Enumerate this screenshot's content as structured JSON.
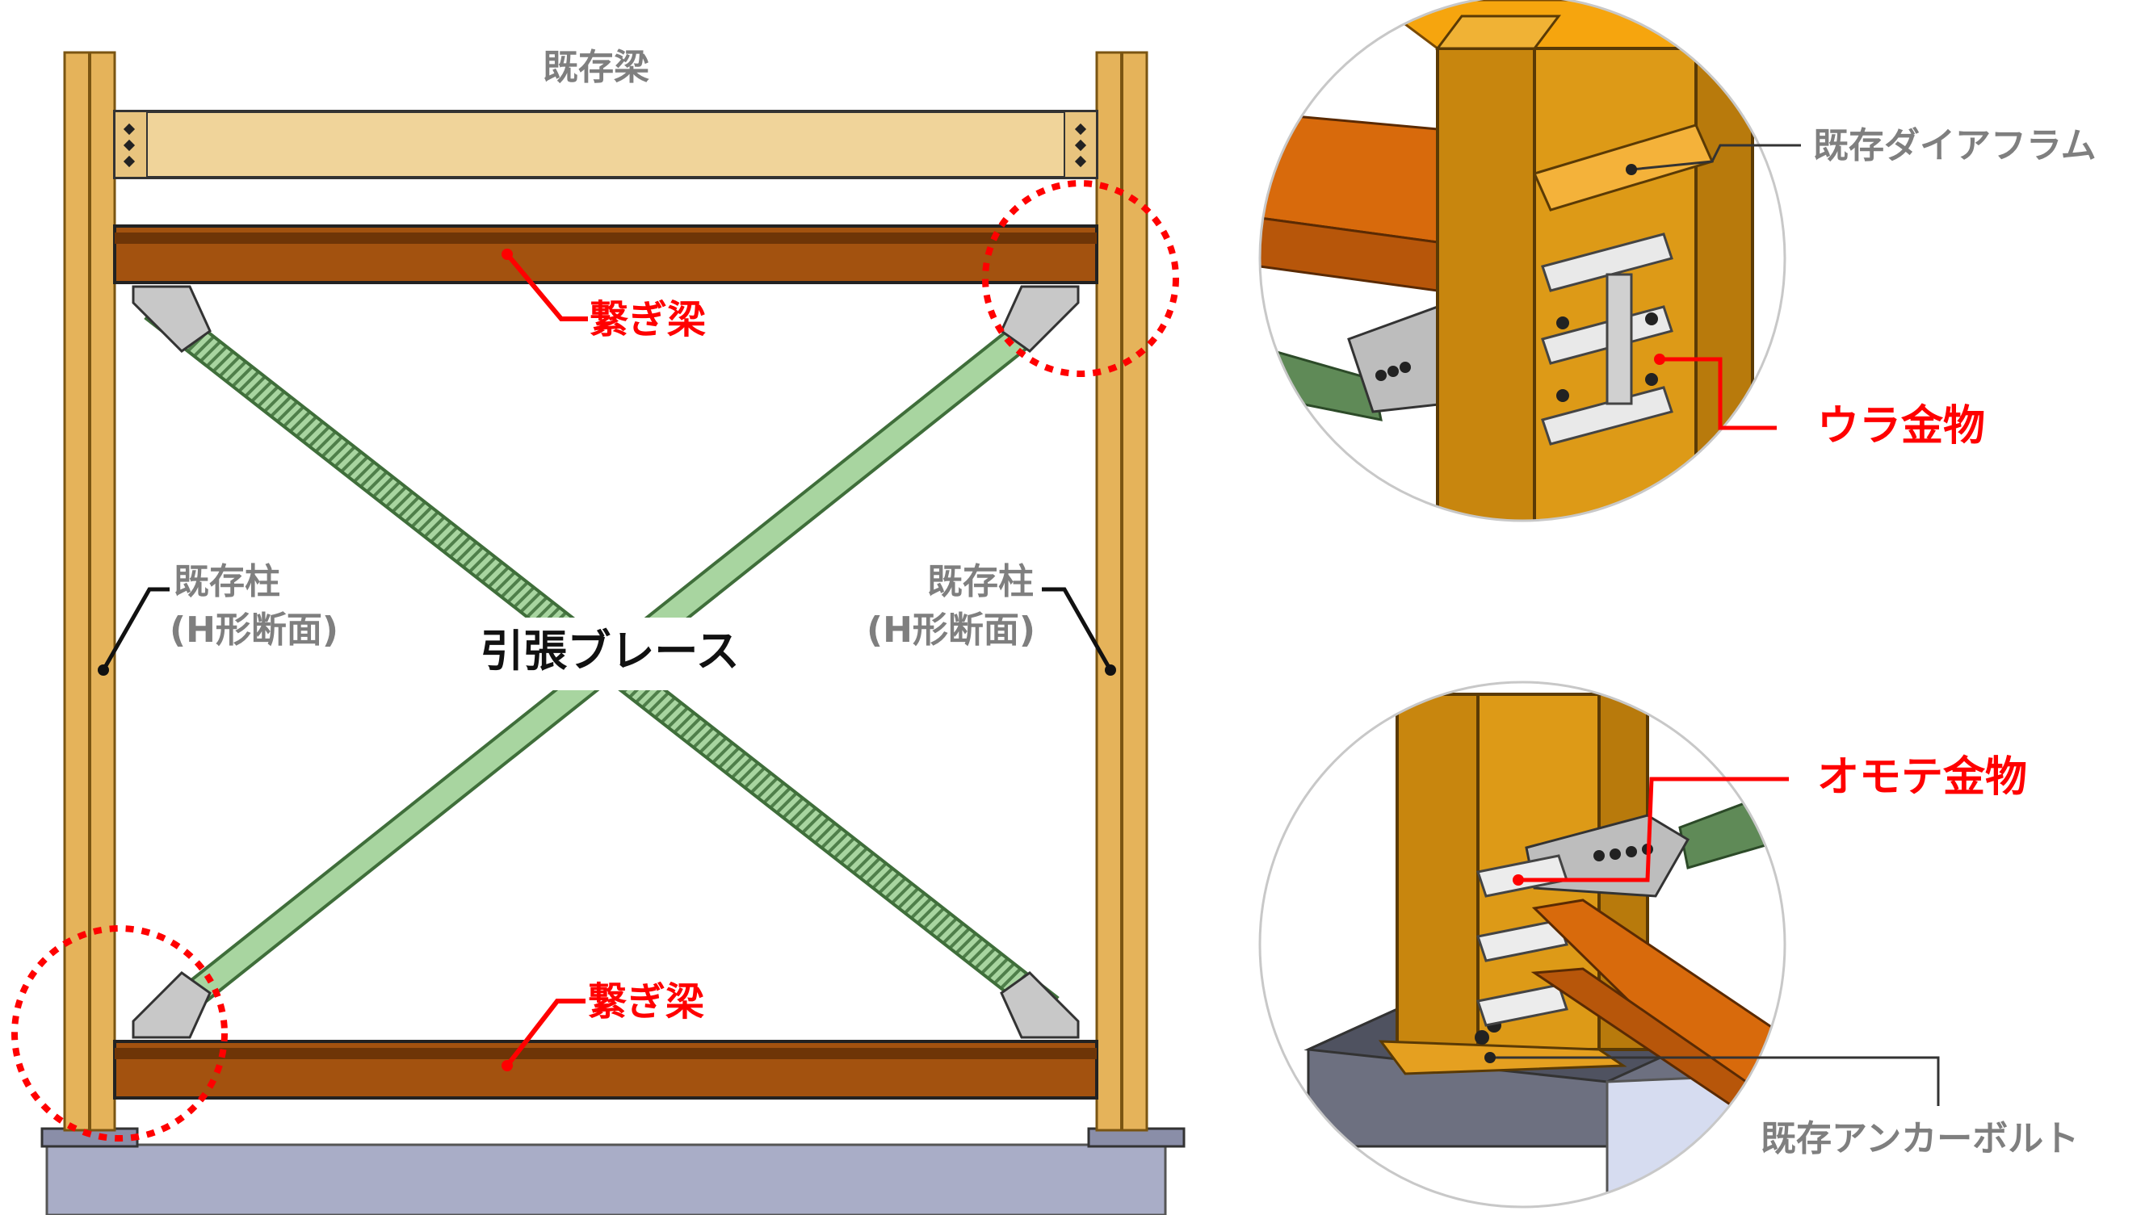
{
  "labels": {
    "existing_beam": "既存梁",
    "tie_beam_top": "繋ぎ梁",
    "tie_beam_bottom": "繋ぎ梁",
    "left_column_line1": "既存柱",
    "left_column_line2": "(H形断面)",
    "right_column_line1": "既存柱",
    "right_column_line2": "(H形断面)",
    "tension_brace": "引張ブレース",
    "existing_diaphragm": "既存ダイアフラム",
    "back_hardware": "ウラ金物",
    "front_hardware": "オモテ金物",
    "existing_anchor_bolt": "既存アンカーボルト"
  },
  "colors": {
    "column": "#e5b35a",
    "existing_beam": "#f0d49a",
    "tie_beam": "#a3520f",
    "brace": "#a8d5a0",
    "foundation": "#a9adc7",
    "highlight": "#ff0000",
    "label_gray": "#7f7f7f"
  }
}
